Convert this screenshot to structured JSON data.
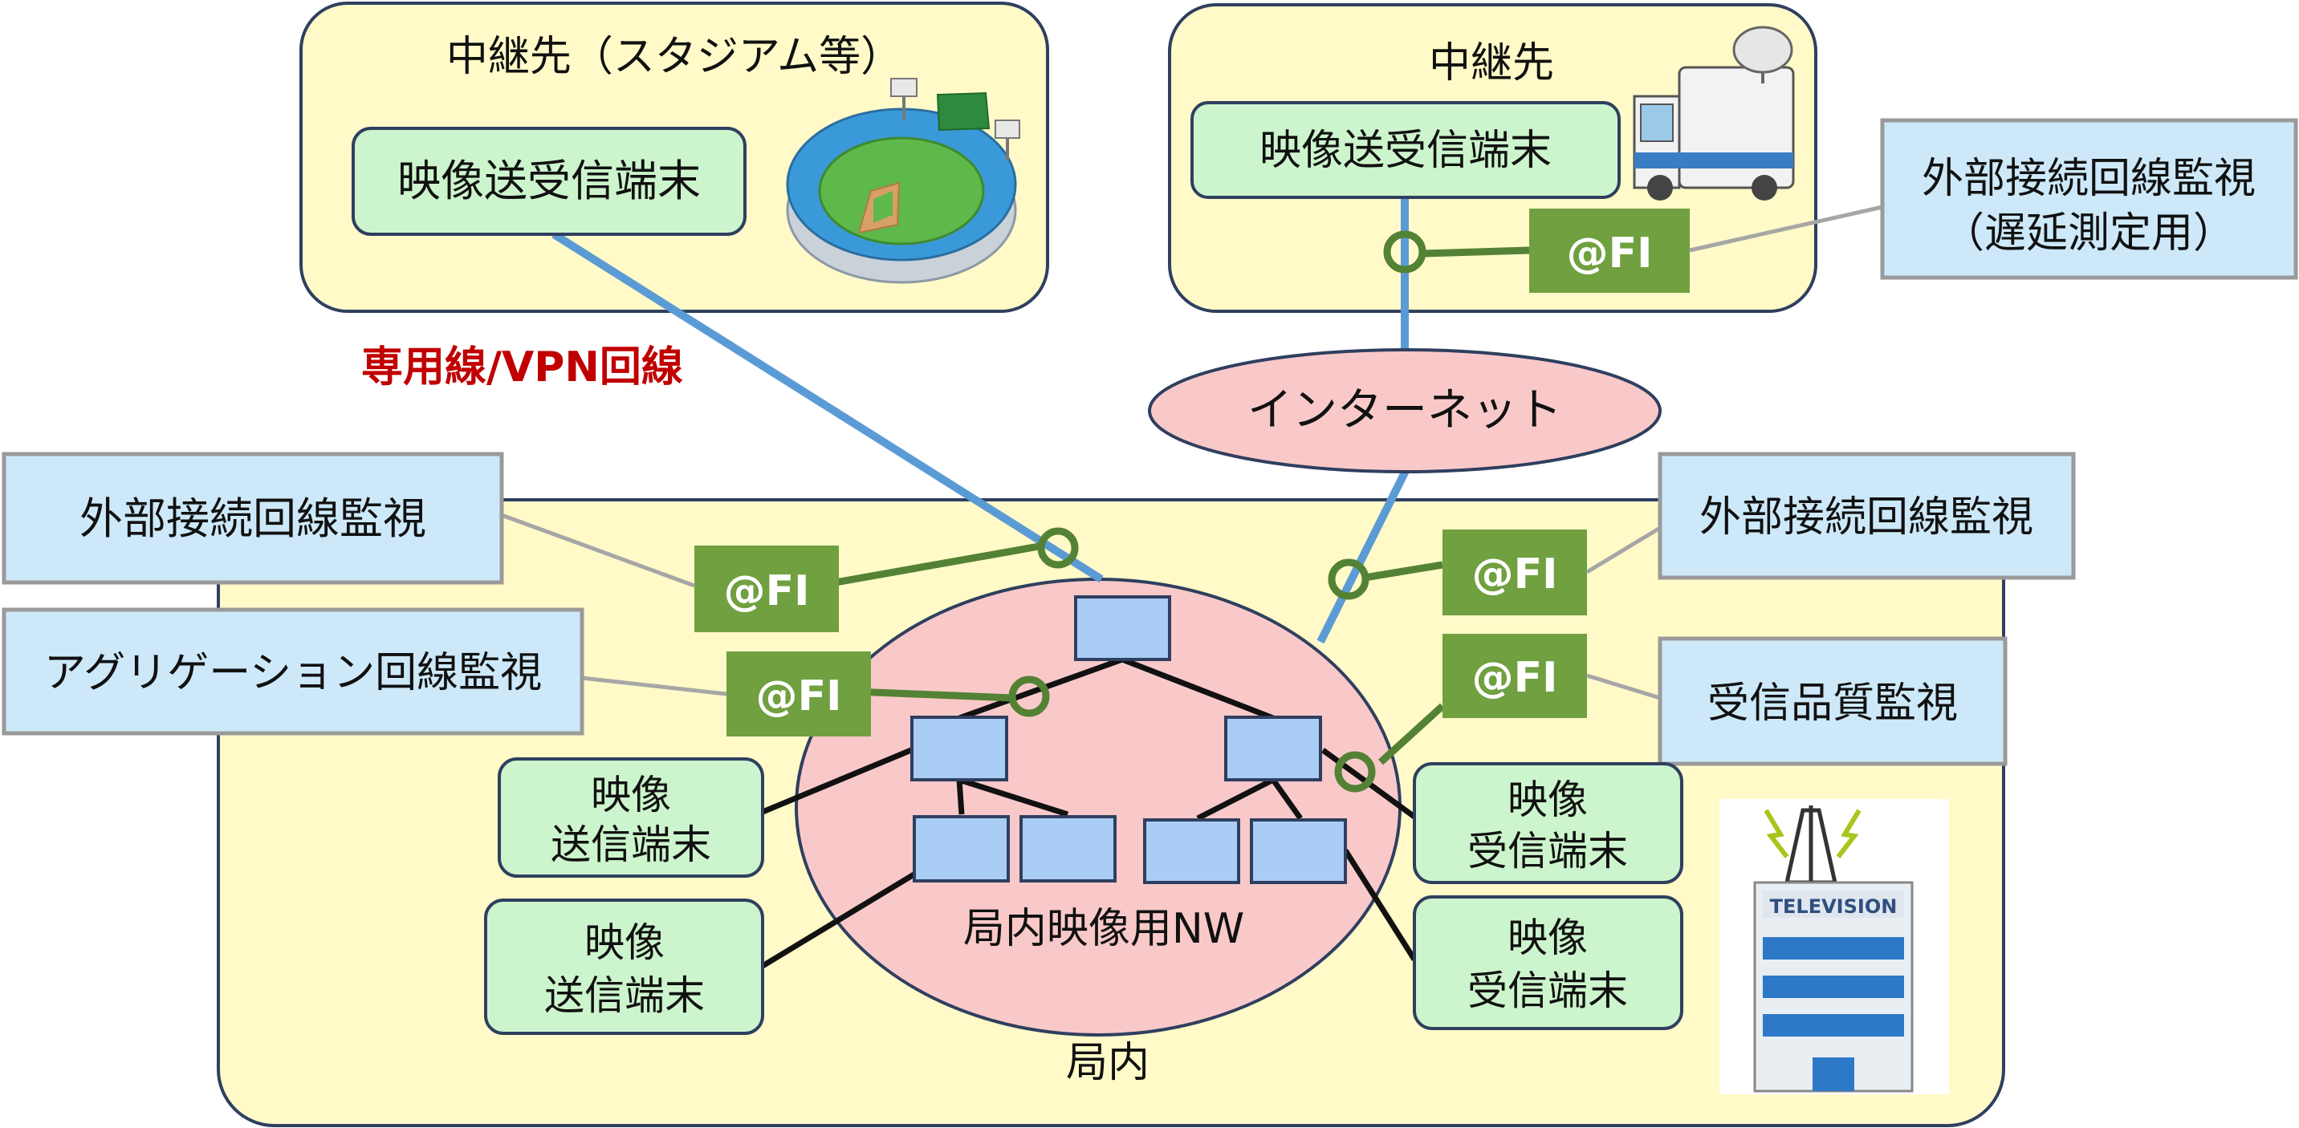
{
  "relay_stadium": {
    "title": "中継先（スタジアム等）",
    "terminal": "映像送受信端末"
  },
  "relay_truck": {
    "title": "中継先",
    "terminal": "映像送受信端末"
  },
  "dedicated_line_label": "専用線/VPN回線",
  "internet_label": "インターネット",
  "station": {
    "label": "局内",
    "network_label": "局内映像用NW"
  },
  "fi_label": "@FI",
  "monitors": {
    "external_latency_line1": "外部接続回線監視",
    "external_latency_line2": "（遅延測定用）",
    "external_left": "外部接続回線監視",
    "external_right": "外部接続回線監視",
    "aggregation": "アグリゲーション回線監視",
    "reception_quality": "受信品質監視"
  },
  "terminals": {
    "send_1_line1": "映像",
    "send_1_line2": "送信端末",
    "send_2_line1": "映像",
    "send_2_line2": "送信端末",
    "recv_1_line1": "映像",
    "recv_1_line2": "受信端末",
    "recv_2_line1": "映像",
    "recv_2_line2": "受信端末"
  },
  "tv_building_sign": "TELEVISION",
  "colors": {
    "site_fill": "#fffac8",
    "site_stroke": "#2f3f5f",
    "terminal_fill": "#cdf5cd",
    "network_fill": "#f9c9c9",
    "switch_fill": "#a9cdf5",
    "monitor_fill": "#cde9f9",
    "monitor_stroke": "#9a9a9a",
    "fi_fill": "#70a040",
    "blue_line": "#5b9bd5",
    "green_line": "#548235"
  }
}
